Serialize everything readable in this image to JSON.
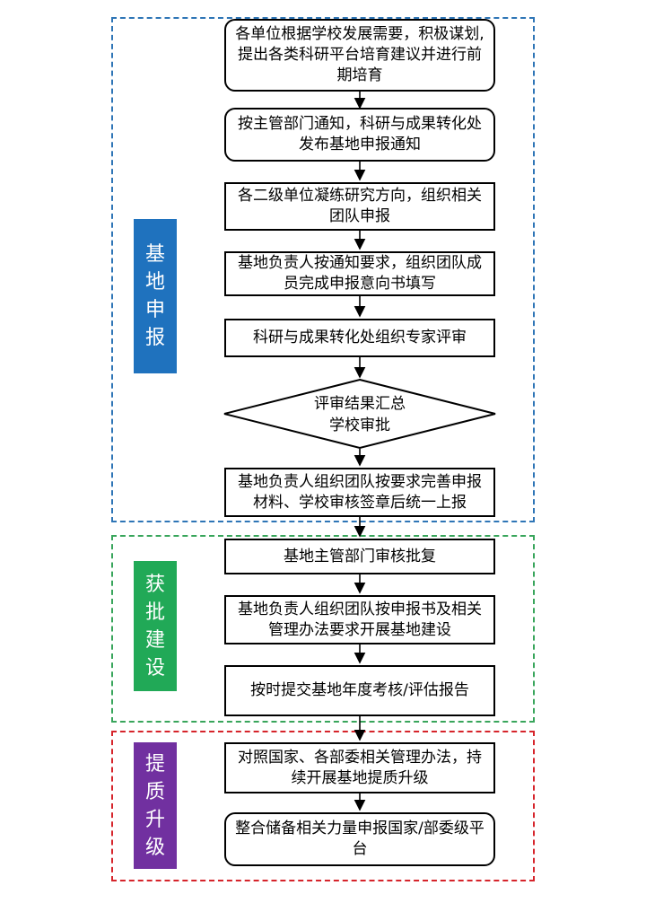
{
  "colors": {
    "stage1": "#1f72be",
    "stage2": "#21a957",
    "stage3": "#7130a0",
    "border1": "#2e75b6",
    "border2": "#38a55b",
    "border3": "#d6242b"
  },
  "stages": [
    {
      "label": "基地申报"
    },
    {
      "label": "获批建设"
    },
    {
      "label": "提质升级"
    }
  ],
  "steps": {
    "s1": "各单位根据学校发展需要，积极谋划,提出各类科研平台培育建议并进行前期培育",
    "s2": "按主管部门通知，科研与成果转化处发布基地申报通知",
    "s3": "各二级单位凝练研究方向，组织相关团队申报",
    "s4": "基地负责人按通知要求，组织团队成员完成申报意向书填写",
    "s5": "科研与成果转化处组织专家评审",
    "s6_line1": "评审结果汇总",
    "s6_line2": "学校审批",
    "s7": "基地负责人组织团队按要求完善申报材料、学校审核签章后统一上报",
    "s8": "基地主管部门审核批复",
    "s9": "基地负责人组织团队按申报书及相关管理办法要求开展基地建设",
    "s10": "按时提交基地年度考核/评估报告",
    "s11": "对照国家、各部委相关管理办法，持续开展基地提质升级",
    "s12": "整合储备相关力量申报国家/部委级平台"
  }
}
